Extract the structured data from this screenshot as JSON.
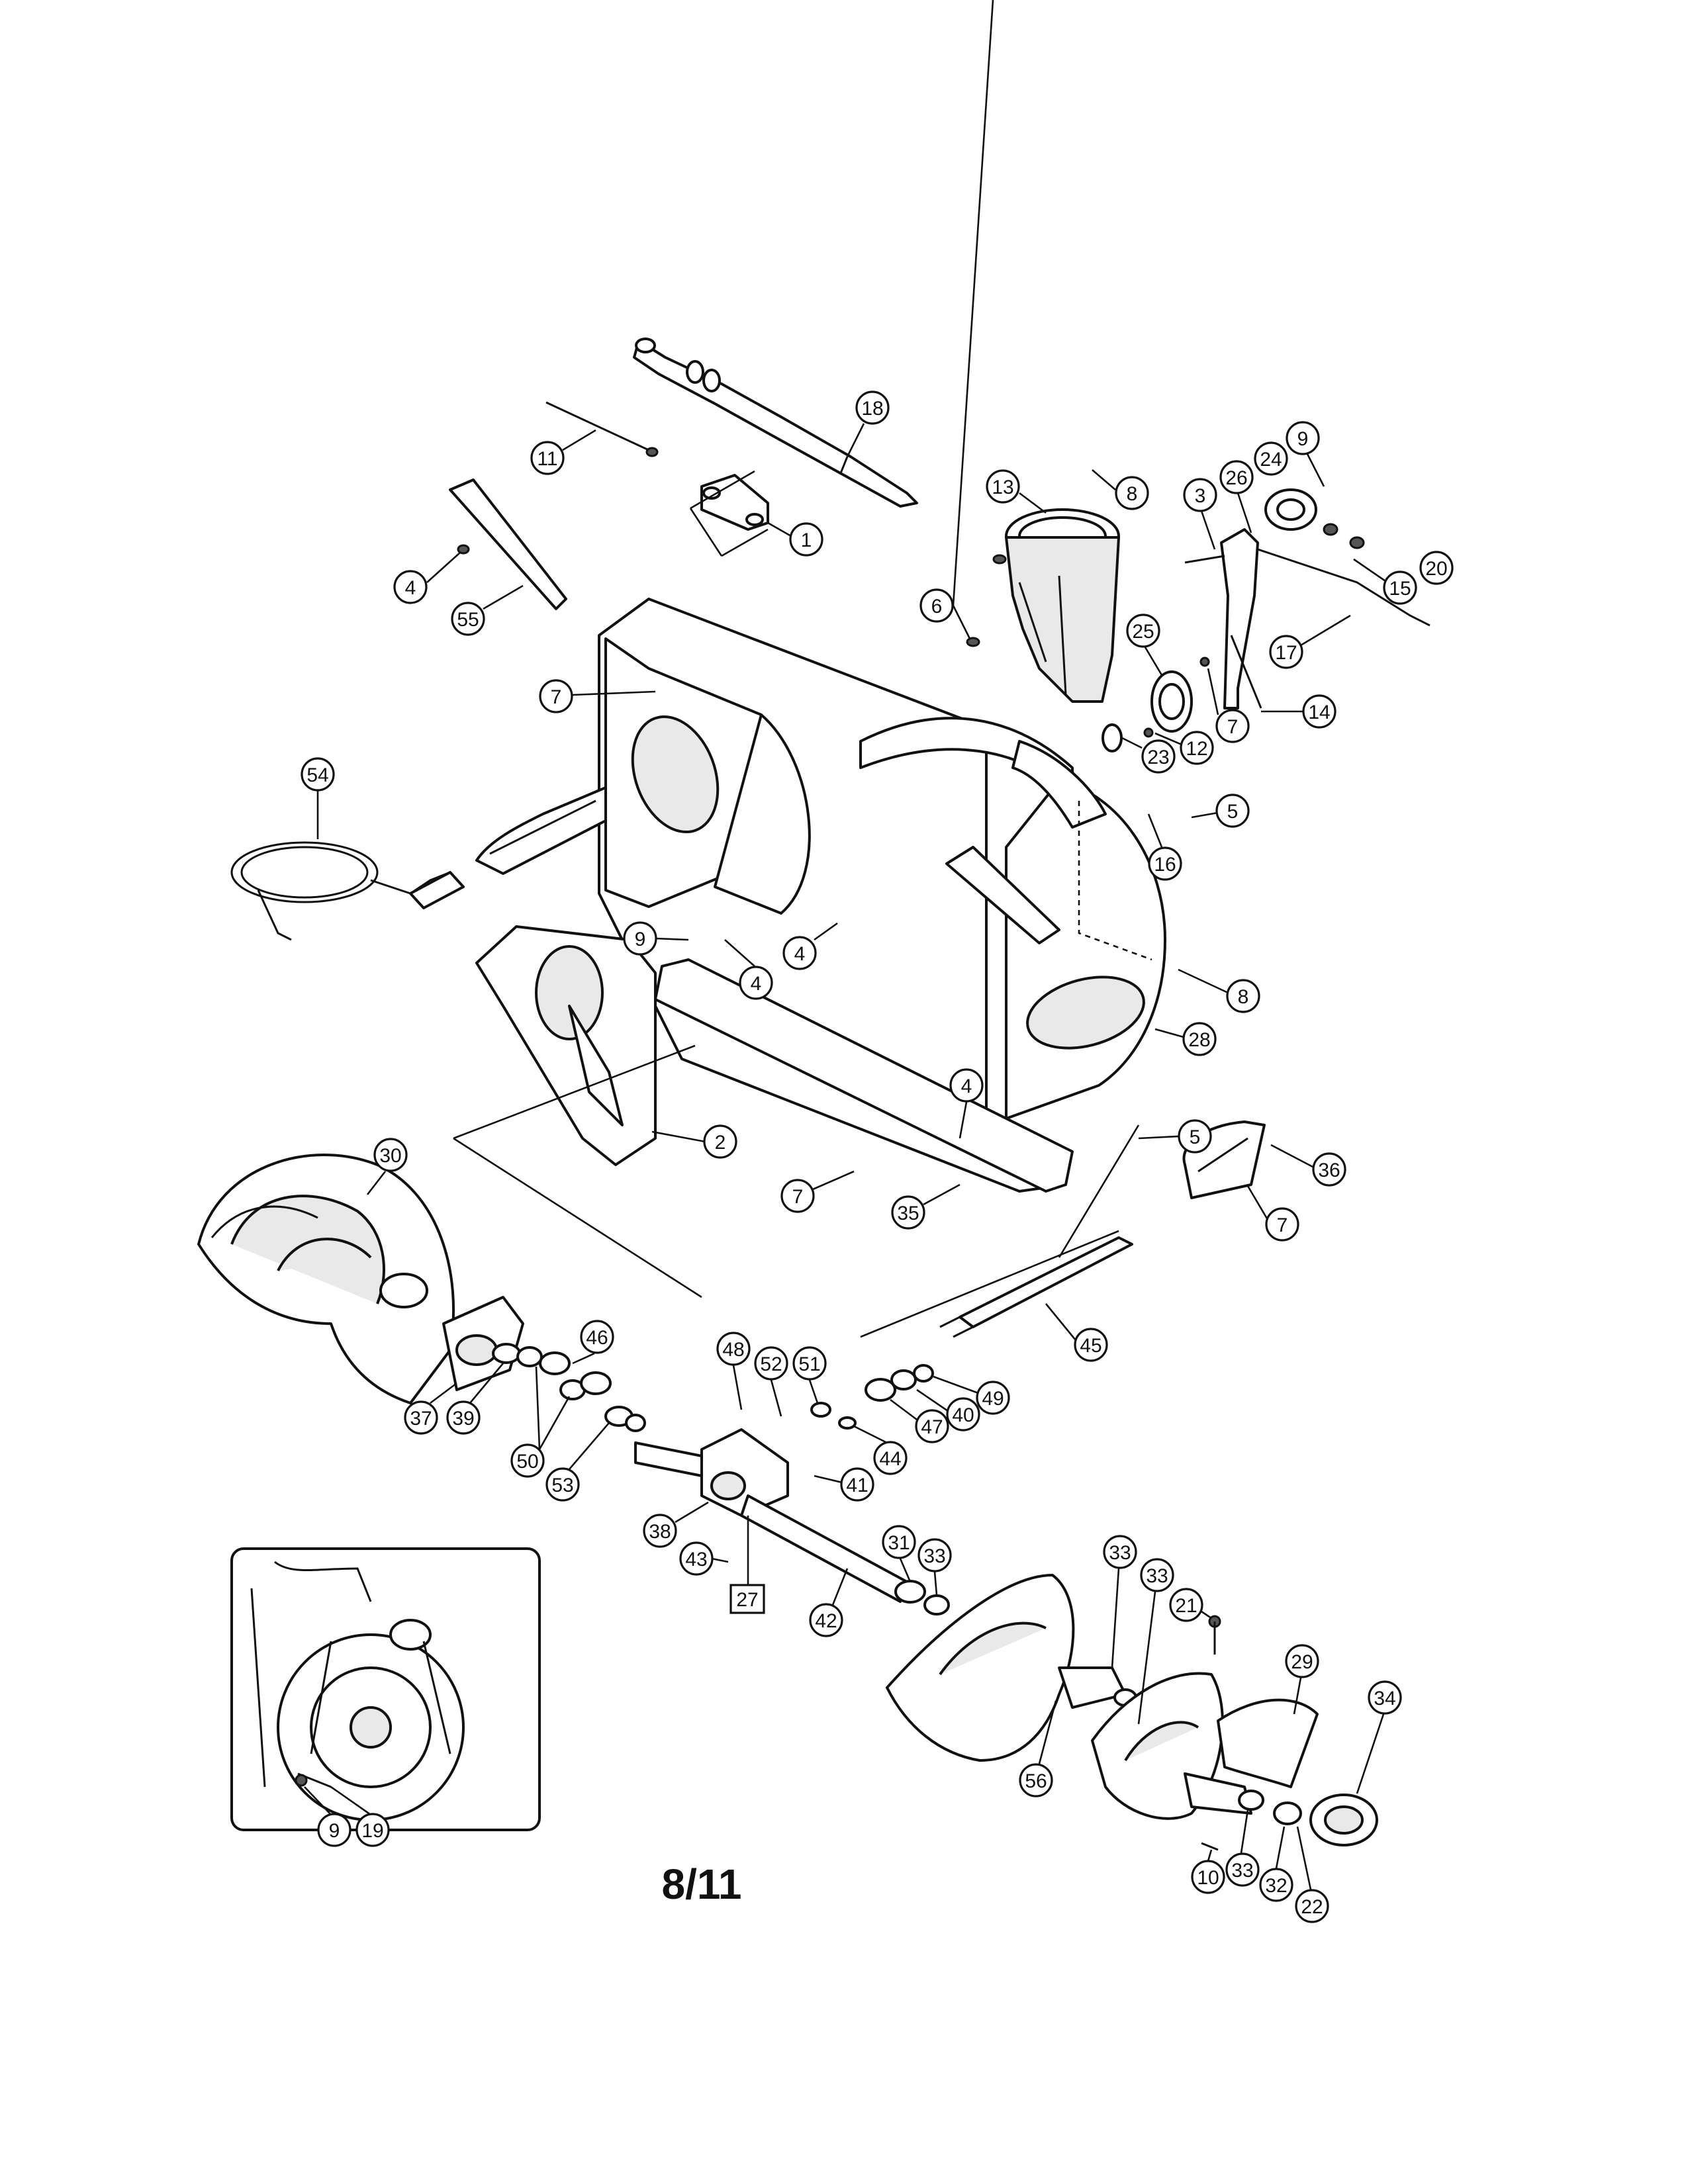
{
  "page": {
    "label": "8/11"
  },
  "callouts": [
    "18",
    "11",
    "1",
    "13",
    "8",
    "3",
    "26",
    "24",
    "9",
    "4",
    "55",
    "6",
    "20",
    "15",
    "17",
    "7",
    "25",
    "14",
    "23",
    "12",
    "7",
    "5",
    "16",
    "54",
    "9",
    "4",
    "4",
    "8",
    "28",
    "4",
    "5",
    "2",
    "30",
    "36",
    "7",
    "35",
    "7",
    "45",
    "46",
    "48",
    "52",
    "51",
    "47",
    "40",
    "49",
    "37",
    "39",
    "50",
    "53",
    "44",
    "41",
    "38",
    "43",
    "42",
    "31",
    "33",
    "33",
    "33",
    "21",
    "29",
    "34",
    "56",
    "10",
    "33",
    "32",
    "22",
    "9",
    "19"
  ],
  "box_labels": [
    "27"
  ]
}
